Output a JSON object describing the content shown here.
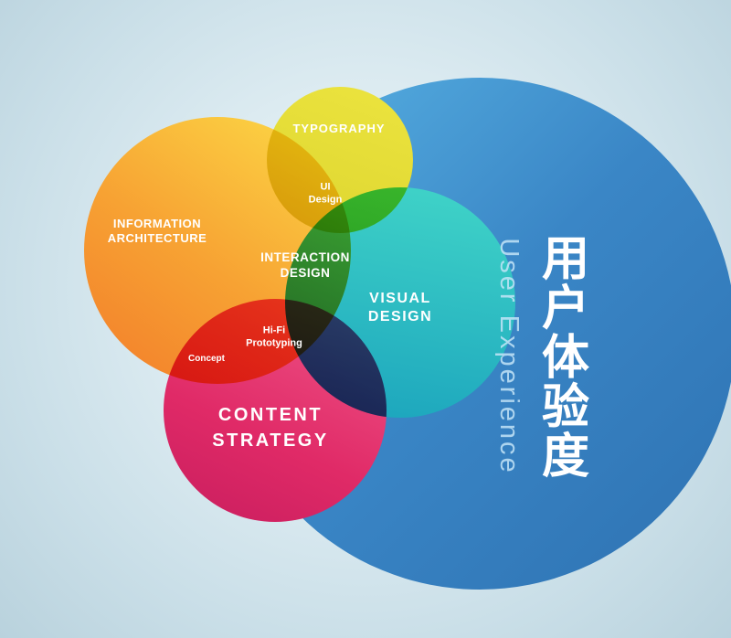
{
  "diagram": {
    "title": "User Experience disciplines venn diagram",
    "background_color": "#dcebf1",
    "labels": {
      "typography": "TYPOGRAPHY",
      "ui_design": "UI\nDesign",
      "information_architecture": "INFORMATION\nARCHITECTURE",
      "interaction_design": "INTERACTION\nDESIGN",
      "visual_design": "VISUAL\nDESIGN",
      "hifi_prototyping": "Hi-Fi\nPrototyping",
      "concept": "Concept",
      "content_strategy": "CONTENT\nSTRATEGY",
      "user_experience_en": "User Experience",
      "user_experience_zh": "用户体验度"
    },
    "circles": [
      {
        "id": "user-experience",
        "label": "User Experience / 用户体验度",
        "color_top": "#5ab5e5",
        "color_bottom": "#2e72b2"
      },
      {
        "id": "information-architecture",
        "label": "INFORMATION ARCHITECTURE",
        "color_top": "#fcd845",
        "color_bottom": "#f27c2a"
      },
      {
        "id": "typography",
        "label": "TYPOGRAPHY",
        "color_top": "#ece43f",
        "color_bottom": "#ddd52f"
      },
      {
        "id": "visual-design",
        "label": "VISUAL DESIGN",
        "color_top": "#41d5c8",
        "color_bottom": "#1ba4bd"
      },
      {
        "id": "content-strategy",
        "label": "CONTENT STRATEGY",
        "color_top": "#f15a8b",
        "color_bottom": "#c81d5e"
      }
    ],
    "overlap_labels": [
      {
        "id": "ui-design",
        "label": "UI Design",
        "between": [
          "typography",
          "information-architecture"
        ]
      },
      {
        "id": "interaction-design",
        "label": "INTERACTION DESIGN",
        "between": [
          "information-architecture",
          "visual-design"
        ]
      },
      {
        "id": "hifi-prototyping",
        "label": "Hi-Fi Prototyping",
        "between": [
          "information-architecture",
          "content-strategy"
        ]
      },
      {
        "id": "concept",
        "label": "Concept",
        "between": [
          "information-architecture",
          "content-strategy"
        ]
      }
    ],
    "text_color": "#ffffff",
    "ux_en_text_color": "#c3e4f7"
  }
}
